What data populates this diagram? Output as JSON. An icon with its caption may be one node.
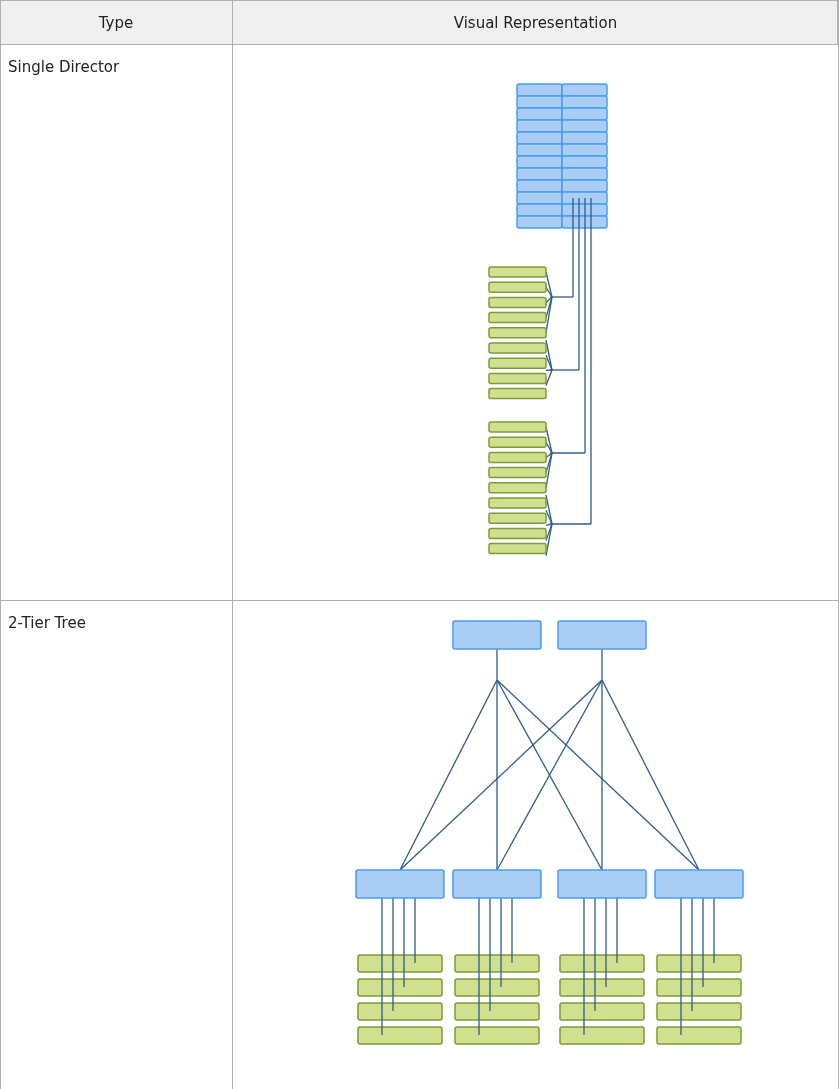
{
  "diagram": {
    "labels": [
      "Type",
      "Visual Representation",
      "Single Director",
      "2-Tier Tree"
    ]
  }
}
